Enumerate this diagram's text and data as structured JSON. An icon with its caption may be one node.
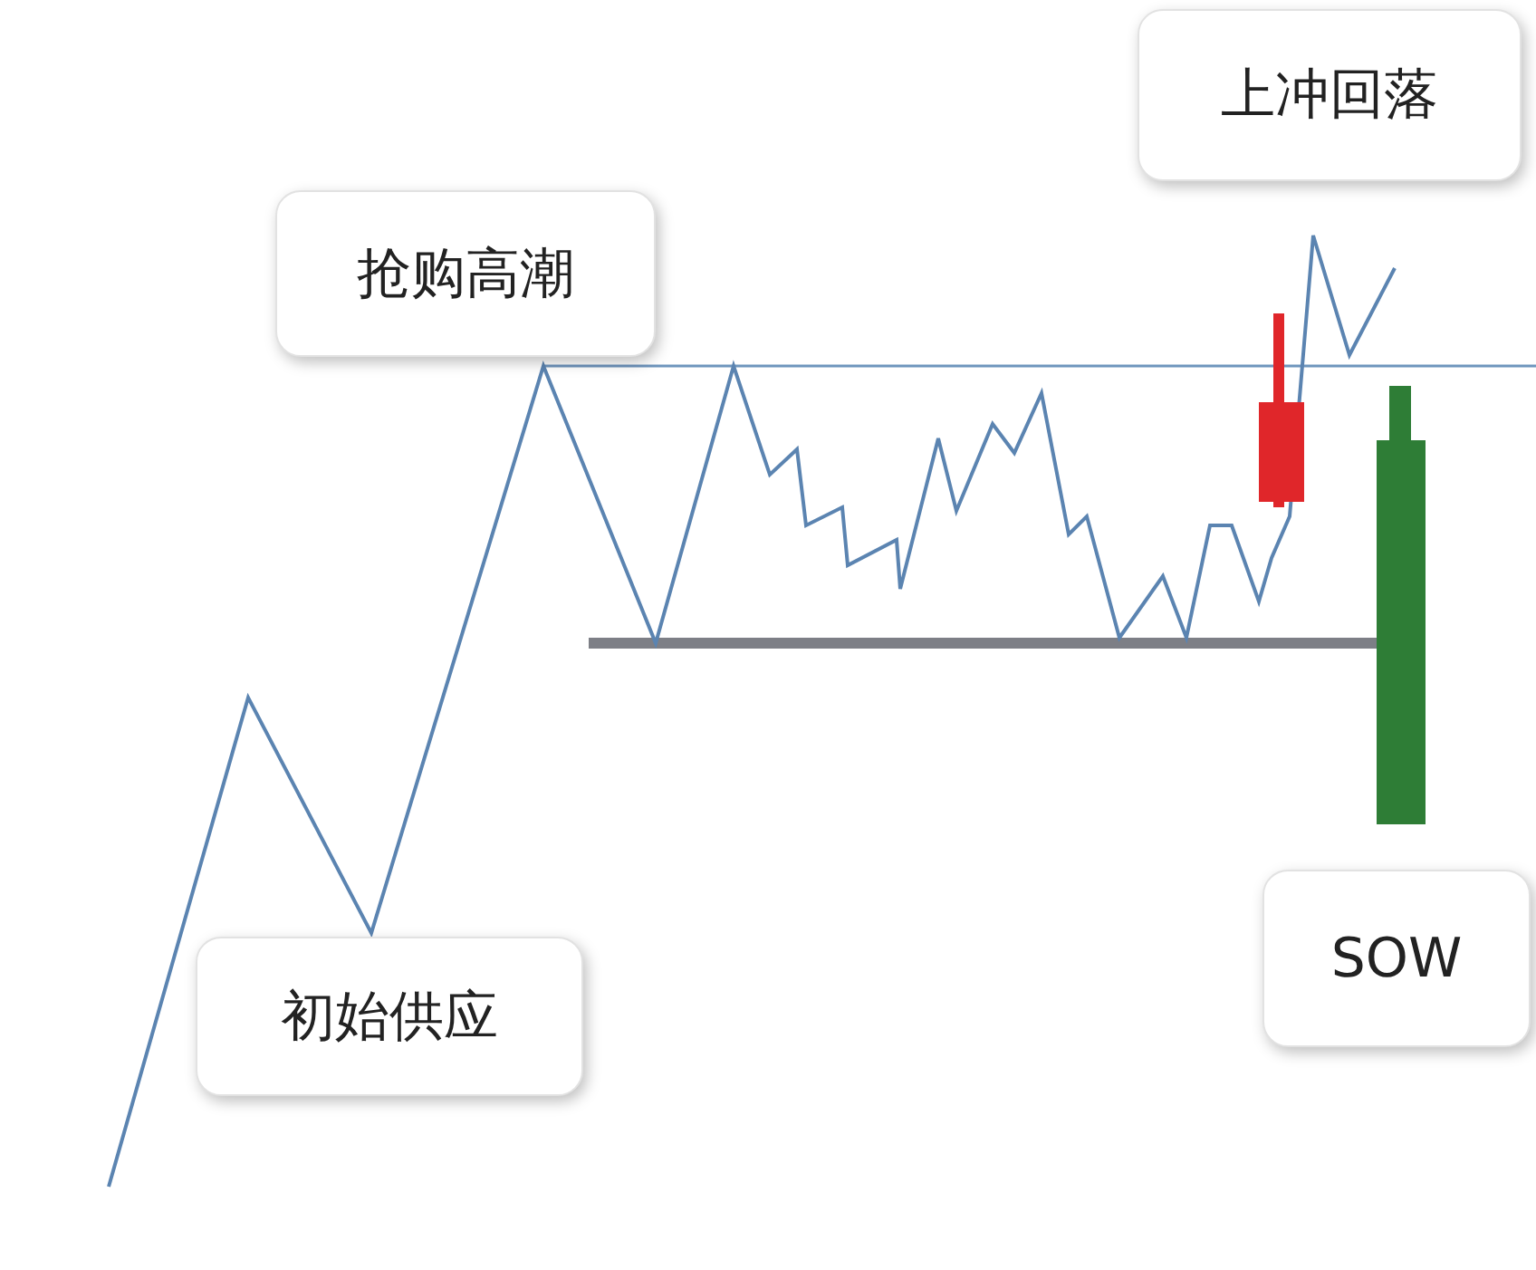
{
  "diagram": {
    "nodes": [
      {
        "text": [
          "上冲回落"
        ]
      },
      {
        "text": [
          "抢购高潮"
        ]
      },
      {
        "text": [
          "SOW"
        ]
      },
      {
        "text": [
          "初始供应"
        ]
      }
    ]
  }
}
